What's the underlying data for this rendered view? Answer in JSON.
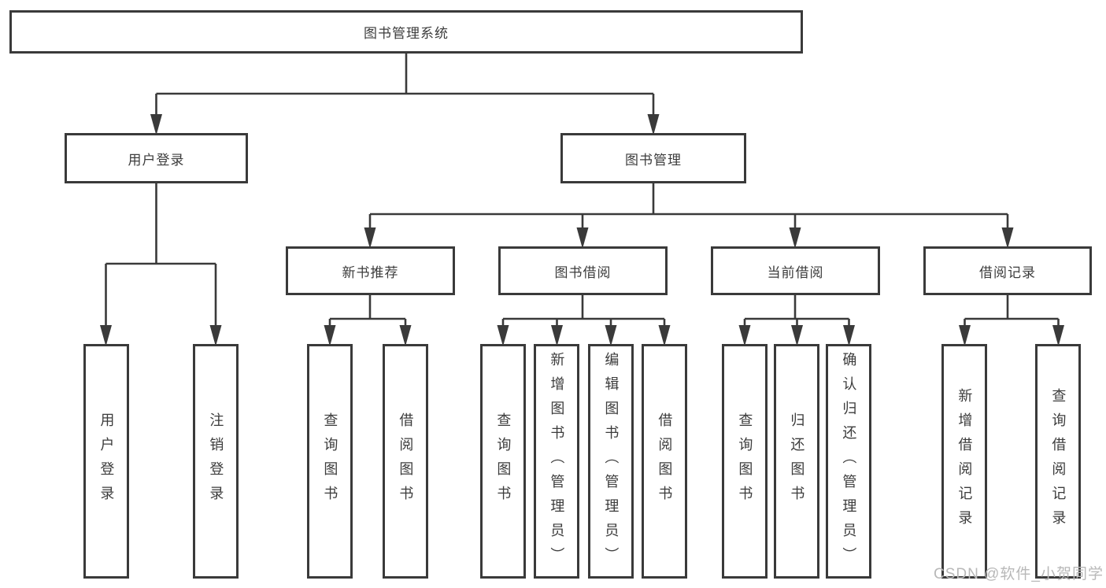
{
  "colors": {
    "line": "#3a3a3a",
    "text": "#3c3c3c",
    "background": "#ffffff",
    "watermark": "#b8b8b8"
  },
  "watermark": {
    "text": "CSDN @软件_小贺同学"
  },
  "tree": {
    "root": {
      "label": "图书管理系统"
    },
    "branches": [
      {
        "label": "用户登录",
        "leaves": [
          {
            "label": "用户登录"
          },
          {
            "label": "注销登录"
          }
        ]
      },
      {
        "label": "图书管理",
        "sections": [
          {
            "label": "新书推荐",
            "leaves": [
              {
                "label": "查询图书"
              },
              {
                "label": "借阅图书"
              }
            ]
          },
          {
            "label": "图书借阅",
            "leaves": [
              {
                "label": "查询图书"
              },
              {
                "label": "新增图书（管理员）"
              },
              {
                "label": "编辑图书（管理员）"
              },
              {
                "label": "借阅图书"
              }
            ]
          },
          {
            "label": "当前借阅",
            "leaves": [
              {
                "label": "查询图书"
              },
              {
                "label": "归还图书"
              },
              {
                "label": "确认归还（管理员）"
              }
            ]
          },
          {
            "label": "借阅记录",
            "leaves": [
              {
                "label": "新增借阅记录"
              },
              {
                "label": "查询借阅记录"
              }
            ]
          }
        ]
      }
    ]
  }
}
